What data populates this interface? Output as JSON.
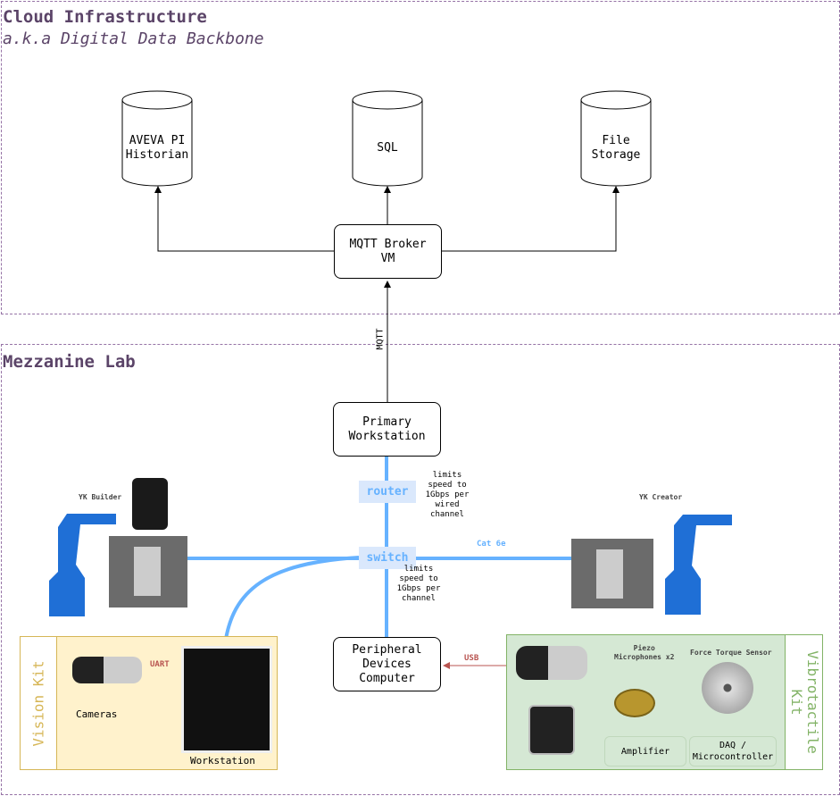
{
  "cloud": {
    "title": "Cloud Infrastructure",
    "subtitle": "a.k.a Digital Data Backbone",
    "databases": [
      {
        "label": "AVEVA PI\nHistorian"
      },
      {
        "label": "SQL"
      },
      {
        "label": "File\nStorage"
      }
    ],
    "broker": "MQTT Broker\nVM"
  },
  "lab": {
    "title": "Mezzanine Lab",
    "mqtt_label": "MQTT",
    "primary": "Primary\nWorkstation",
    "router": "router",
    "router_note": "limits\nspeed to\n1Gbps per\nwired\nchannel",
    "switch": "switch",
    "switch_note": "limits\nspeed to\n1Gbps per\nchannel",
    "cat6e": "Cat 6e",
    "peripheral": "Peripheral\nDevices\nComputer",
    "usb": "USB",
    "yk_builder": "YK Builder",
    "yk_creator": "YK Creator"
  },
  "vision_kit": {
    "title": "Vision Kit",
    "uart": "UART",
    "cameras": "Cameras",
    "workstation": "Workstation"
  },
  "vibro_kit": {
    "title": "Vibrotactile\nKit",
    "piezo": "Piezo\nMicrophones x2",
    "ft_sensor": "Force Torque Sensor",
    "amplifier": "Amplifier",
    "daq": "DAQ /\nMicrocontroller"
  },
  "colors": {
    "zone": "#9673a6",
    "network": "#66b2ff",
    "usb": "#b85450",
    "vision_fill": "#fff2cc",
    "vision_border": "#d6b656",
    "vibro_fill": "#d5e8d4",
    "vibro_border": "#82b366",
    "robot": "#1f6fd6"
  }
}
